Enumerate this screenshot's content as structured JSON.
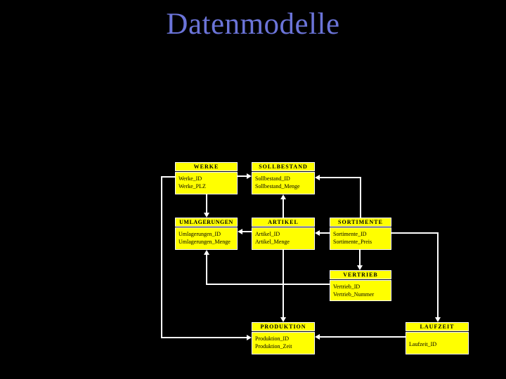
{
  "slide": {
    "title": "Datenmodelle",
    "background_color": "#000000",
    "title_color": "#6b74d8"
  },
  "diagram": {
    "type": "entity-relationship",
    "entity_fill_color": "#ffff00",
    "entity_border_color": "#ffffff",
    "entity_text_color": "#000000",
    "connector_color": "#ffffff",
    "entities": [
      {
        "name": "WERKE",
        "fields": [
          "Werke_ID",
          "Werke_PLZ"
        ]
      },
      {
        "name": "SOLLBESTAND",
        "fields": [
          "Sollbestand_ID",
          "Sollbestand_Menge"
        ]
      },
      {
        "name": "UMLAGERUNGEN",
        "fields": [
          "Umlagerungen_ID",
          "Umlagerungen_Menge"
        ]
      },
      {
        "name": "ARTIKEL",
        "fields": [
          "Artikel_ID",
          "Artikel_Menge"
        ]
      },
      {
        "name": "SORTIMENTE",
        "fields": [
          "Sortimente_ID",
          "Sortimente_Preis"
        ]
      },
      {
        "name": "VERTRIEB",
        "fields": [
          "Vertrieb_ID",
          "Vertrieb_Nummer"
        ]
      },
      {
        "name": "PRODUKTION",
        "fields": [
          "Produktion_ID",
          "Produktion_Zeit"
        ]
      },
      {
        "name": "LAUFZEIT",
        "fields": [
          "Laufzeit_ID"
        ]
      }
    ],
    "relations": [
      {
        "from": "WERKE",
        "to": "SOLLBESTAND"
      },
      {
        "from": "SORTIMENTE",
        "to": "SOLLBESTAND"
      },
      {
        "from": "ARTIKEL",
        "to": "SOLLBESTAND"
      },
      {
        "from": "WERKE",
        "to": "UMLAGERUNGEN"
      },
      {
        "from": "ARTIKEL",
        "to": "UMLAGERUNGEN"
      },
      {
        "from": "VERTRIEB",
        "to": "UMLAGERUNGEN"
      },
      {
        "from": "SORTIMENTE",
        "to": "ARTIKEL"
      },
      {
        "from": "SORTIMENTE",
        "to": "VERTRIEB"
      },
      {
        "from": "SORTIMENTE",
        "to": "LAUFZEIT"
      },
      {
        "from": "ARTIKEL",
        "to": "PRODUKTION"
      },
      {
        "from": "WERKE",
        "to": "PRODUKTION"
      },
      {
        "from": "LAUFZEIT",
        "to": "PRODUKTION"
      }
    ]
  }
}
